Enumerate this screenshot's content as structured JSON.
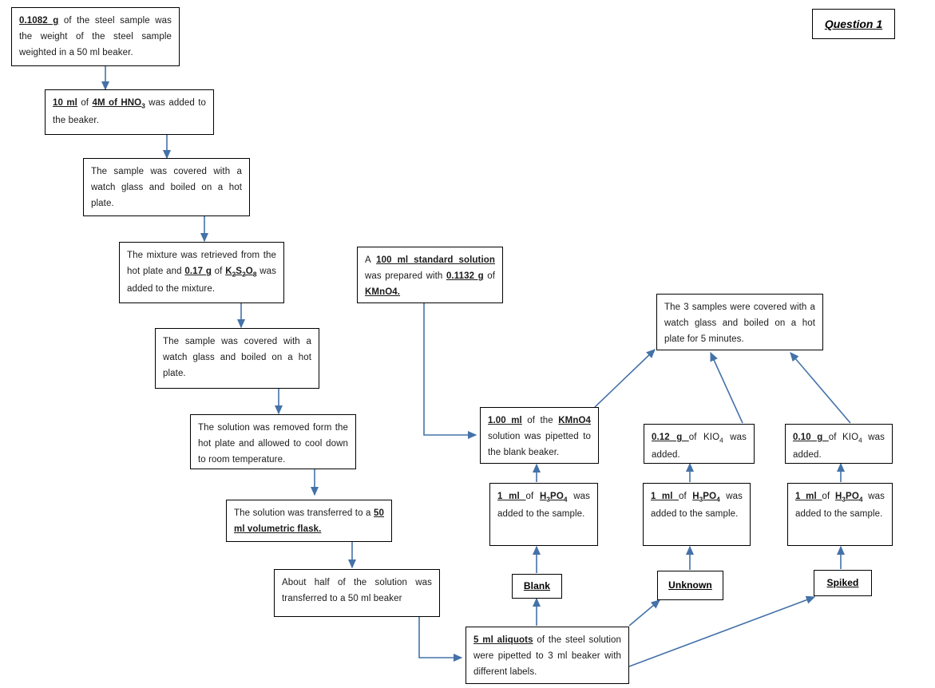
{
  "title": {
    "label": "Question 1"
  },
  "colors": {
    "arrow": "#4472a8",
    "box_border": "#000000",
    "text": "#1a1a1a",
    "background": "#ffffff"
  },
  "nodes": {
    "weigh_sample": {
      "name": "weigh-sample-step",
      "text": "0.1082 g of the steel sample was the weight of the steel sample weighted in a 50 ml beaker.",
      "emphasis": "0.1082 g"
    },
    "add_hno3": {
      "name": "add-hno3-step",
      "text": "10 ml of 4M of HNO3 was added to the beaker.",
      "emphasis": "10 ml, 4M of HNO3"
    },
    "cover_boil_1": {
      "name": "cover-and-boil-step-1",
      "text": "The sample was covered with a watch glass and boiled on a hot plate."
    },
    "add_k2s2o8": {
      "name": "add-persulfate-step",
      "text": "The mixture was retrieved from the hot plate and 0.17 g of K2S2O8 was added to the mixture.",
      "emphasis": "0.17 g, K2S2O8"
    },
    "cover_boil_2": {
      "name": "cover-and-boil-step-2",
      "text": "The sample was covered with a watch glass and boiled on a hot plate."
    },
    "cool_down": {
      "name": "cool-down-step",
      "text": "The solution was removed form the hot plate and allowed to cool down to room temperature."
    },
    "transfer_flask": {
      "name": "transfer-to-volumetric-flask-step",
      "text": "The solution was transferred to a 50 ml volumetric flask.",
      "emphasis": "50 ml volumetric flask."
    },
    "half_solution": {
      "name": "transfer-half-solution-step",
      "text": "About half of the solution was transferred to a 50 ml beaker"
    },
    "standard_solution": {
      "name": "kmno4-standard-solution-step",
      "text": "A 100 ml standard solution was prepared with 0.1132 g of KMnO4.",
      "emphasis": "100 ml standard solution, 0.1132 g, KMnO4."
    },
    "aliquots": {
      "name": "aliquots-step",
      "text": "5 ml aliquots of the steel solution were pipetted to 3 ml beaker with different labels.",
      "emphasis": "5 ml aliquots"
    },
    "blank_label": {
      "name": "blank-label-box",
      "text": "Blank"
    },
    "unknown_label": {
      "name": "unknown-label-box",
      "text": "Unknown"
    },
    "spiked_label": {
      "name": "spiked-label-box",
      "text": "Spiked"
    },
    "h3po4_blank": {
      "name": "add-h3po4-blank-step",
      "text": "1 ml of H3PO4 was added to the sample.",
      "emphasis": "1 ml, H3PO4"
    },
    "h3po4_unknown": {
      "name": "add-h3po4-unknown-step",
      "text": "1 ml of H3PO4 was added to the sample.",
      "emphasis": "1 ml, H3PO4"
    },
    "h3po4_spiked": {
      "name": "add-h3po4-spiked-step",
      "text": "1 ml of H3PO4 was added to the sample.",
      "emphasis": "1 ml, H3PO4"
    },
    "pipette_kmno4": {
      "name": "pipette-kmno4-to-blank-step",
      "text": "1.00 ml of the KMnO4 solution was pipetted to the blank beaker.",
      "emphasis": "1.00 ml, KMnO4"
    },
    "kio4_unknown": {
      "name": "add-kio4-unknown-step",
      "text": "0.12 g of KIO4 was added.",
      "emphasis": "0.12 g"
    },
    "kio4_spiked": {
      "name": "add-kio4-spiked-step",
      "text": "0.10 g of KIO4 was added.",
      "emphasis": "0.10 g"
    },
    "boil_3_samples": {
      "name": "boil-three-samples-step",
      "text": "The 3 samples were covered with a watch glass and boiled on a hot plate for 5 minutes."
    }
  },
  "flow_edges": [
    {
      "from": "weigh_sample",
      "to": "add_hno3"
    },
    {
      "from": "add_hno3",
      "to": "cover_boil_1"
    },
    {
      "from": "cover_boil_1",
      "to": "add_k2s2o8"
    },
    {
      "from": "add_k2s2o8",
      "to": "cover_boil_2"
    },
    {
      "from": "cover_boil_2",
      "to": "cool_down"
    },
    {
      "from": "cool_down",
      "to": "transfer_flask"
    },
    {
      "from": "transfer_flask",
      "to": "half_solution"
    },
    {
      "from": "half_solution",
      "to": "aliquots"
    },
    {
      "from": "aliquots",
      "to": "blank_label"
    },
    {
      "from": "aliquots",
      "to": "unknown_label"
    },
    {
      "from": "aliquots",
      "to": "spiked_label"
    },
    {
      "from": "blank_label",
      "to": "h3po4_blank"
    },
    {
      "from": "unknown_label",
      "to": "h3po4_unknown"
    },
    {
      "from": "spiked_label",
      "to": "h3po4_spiked"
    },
    {
      "from": "h3po4_blank",
      "to": "pipette_kmno4"
    },
    {
      "from": "h3po4_unknown",
      "to": "kio4_unknown"
    },
    {
      "from": "h3po4_spiked",
      "to": "kio4_spiked"
    },
    {
      "from": "standard_solution",
      "to": "pipette_kmno4"
    },
    {
      "from": "pipette_kmno4",
      "to": "boil_3_samples"
    },
    {
      "from": "kio4_unknown",
      "to": "boil_3_samples"
    },
    {
      "from": "kio4_spiked",
      "to": "boil_3_samples"
    }
  ]
}
